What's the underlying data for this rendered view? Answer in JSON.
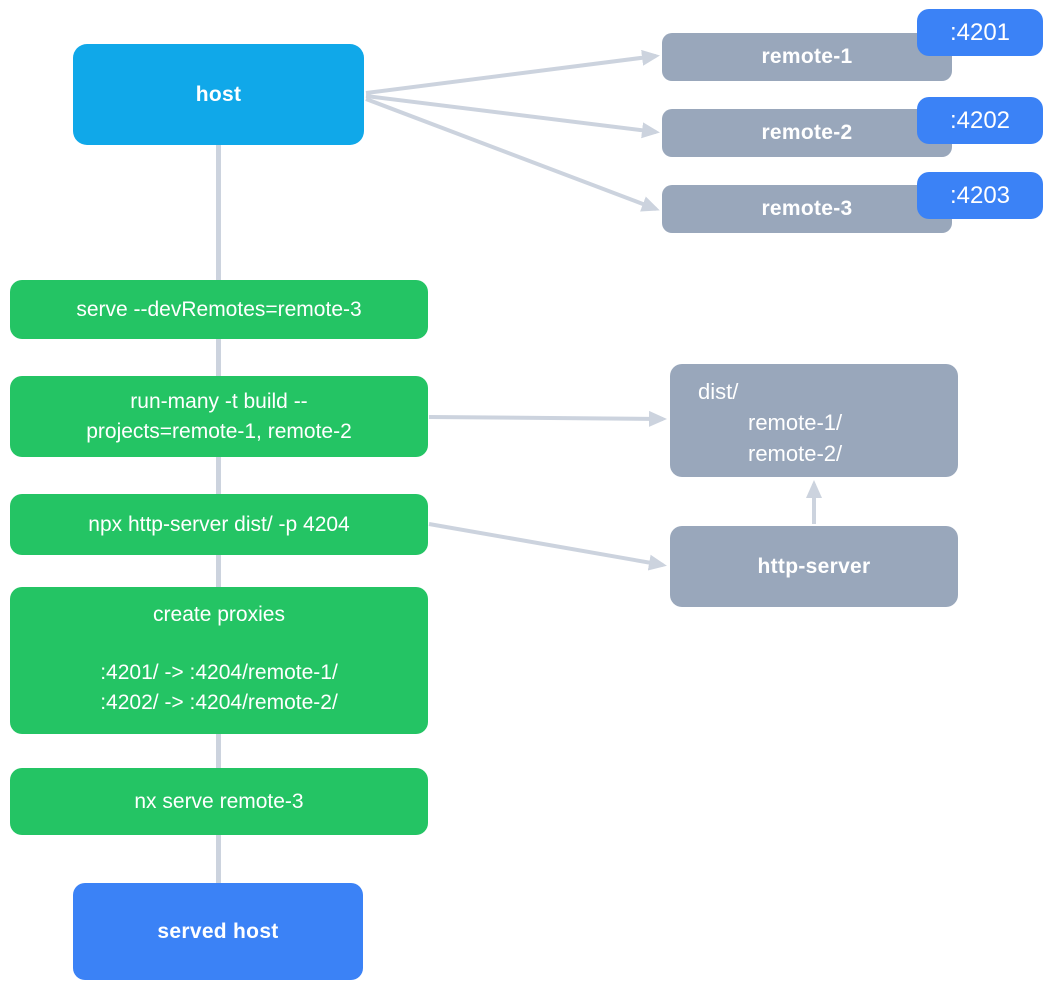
{
  "colors": {
    "host_fill": "#10a8e9",
    "remote_fill": "#99a7bb",
    "badge_fill": "#3b82f6",
    "command_fill": "#24c464",
    "served_host_fill": "#3b82f6",
    "arrow": "#ccd3de",
    "text": "#ffffff",
    "canvas_bg": "#ffffff"
  },
  "nodes": {
    "host": {
      "label": "host"
    },
    "served_host": {
      "label": "served host"
    },
    "remotes": [
      {
        "label": "remote-1",
        "port": ":4201"
      },
      {
        "label": "remote-2",
        "port": ":4202"
      },
      {
        "label": "remote-3",
        "port": ":4203"
      }
    ],
    "commands": {
      "serve": "serve --devRemotes=remote-3",
      "build_line1": "run-many -t build --",
      "build_line2": "projects=remote-1, remote-2",
      "http": "npx http-server dist/ -p 4204",
      "proxies_title": "create proxies",
      "proxy_rule1": ":4201/ -> :4204/remote-1/",
      "proxy_rule2": ":4202/ -> :4204/remote-2/",
      "serve_remote3": "nx serve remote-3"
    },
    "dist": {
      "line1": "dist/",
      "line2": "remote-1/",
      "line3": "remote-2/"
    },
    "http_server": {
      "label": "http-server"
    }
  }
}
